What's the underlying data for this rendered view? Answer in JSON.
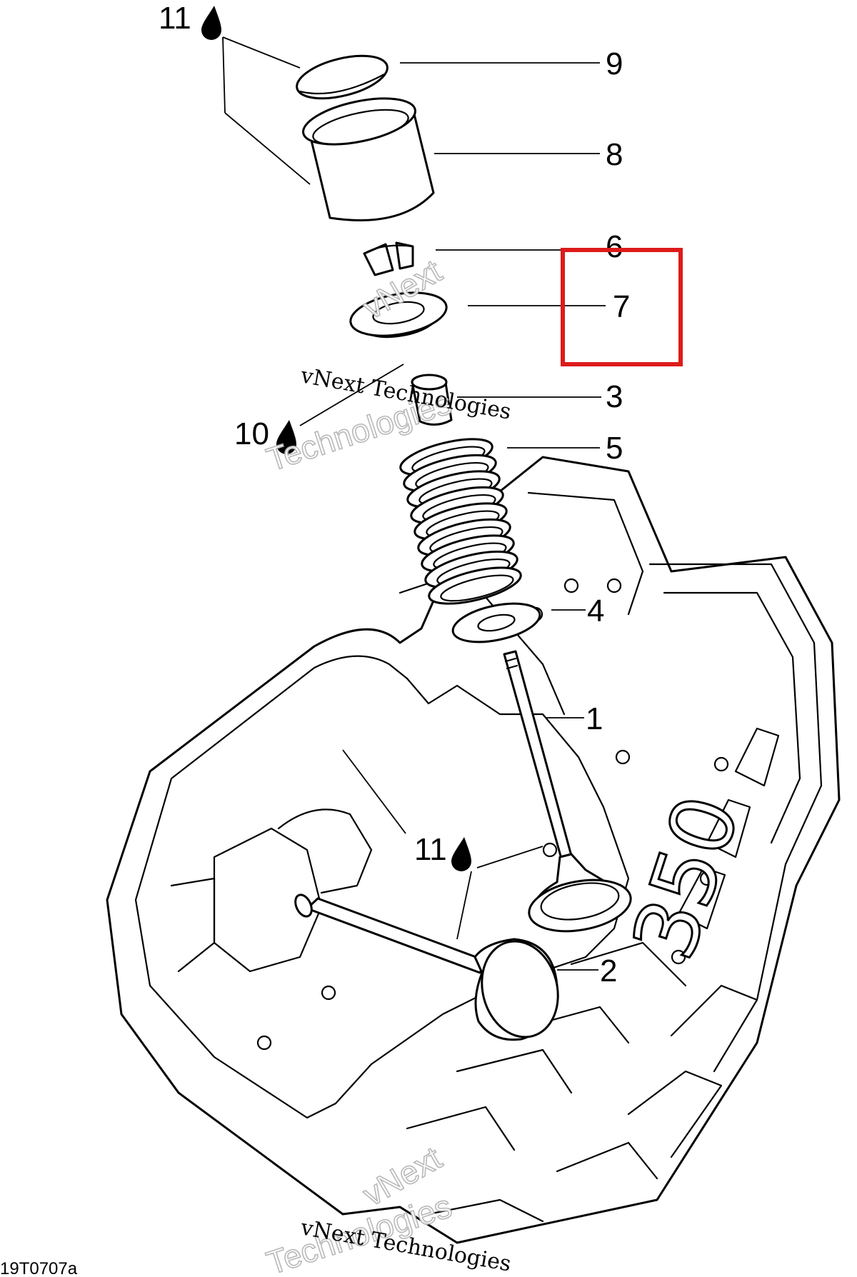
{
  "diagram": {
    "callouts": {
      "c1": "1",
      "c2": "2",
      "c3": "3",
      "c4": "4",
      "c5": "5",
      "c6": "6",
      "c7": "7",
      "c8": "8",
      "c9": "9",
      "c10": "10",
      "c11_top": "11",
      "c11_mid": "11"
    },
    "casting_text": "350",
    "reference": "19T0707a",
    "highlight_color": "#dd1b1b",
    "watermark": {
      "line1": "vNext Technologies",
      "line2": "vNext",
      "line3": "Technologies"
    }
  }
}
